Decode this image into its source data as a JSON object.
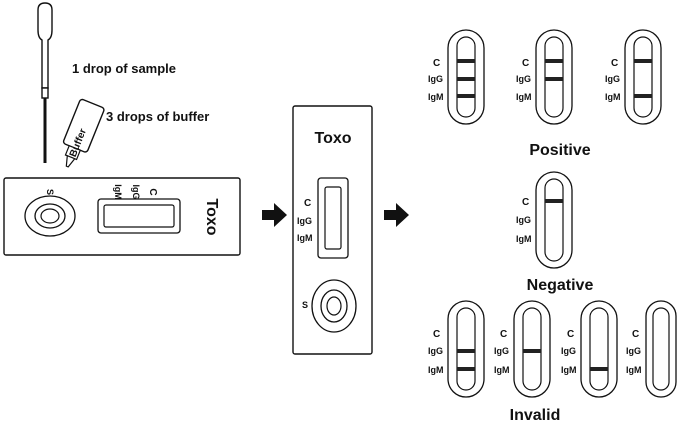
{
  "instructions": {
    "sample_step": "1 drop of sample",
    "buffer_step": "3 drops of  buffer",
    "buffer_bottle_label": "Buffer"
  },
  "cassette": {
    "brand": "Toxo",
    "sample_well_label": "S",
    "control_label": "C",
    "igg_label": "IgG",
    "igm_label": "IgM"
  },
  "results": {
    "positive_heading": "Positive",
    "negative_heading": "Negative",
    "invalid_heading": "Invalid",
    "line_c": "C",
    "line_igg": "IgG",
    "line_igm": "IgM"
  },
  "colors": {
    "outline": "#111111",
    "band": "#222222",
    "arrow": "#111111",
    "background": "#ffffff"
  },
  "icons": [
    "dropper-icon",
    "buffer-bottle-icon",
    "arrow-right-icon"
  ]
}
